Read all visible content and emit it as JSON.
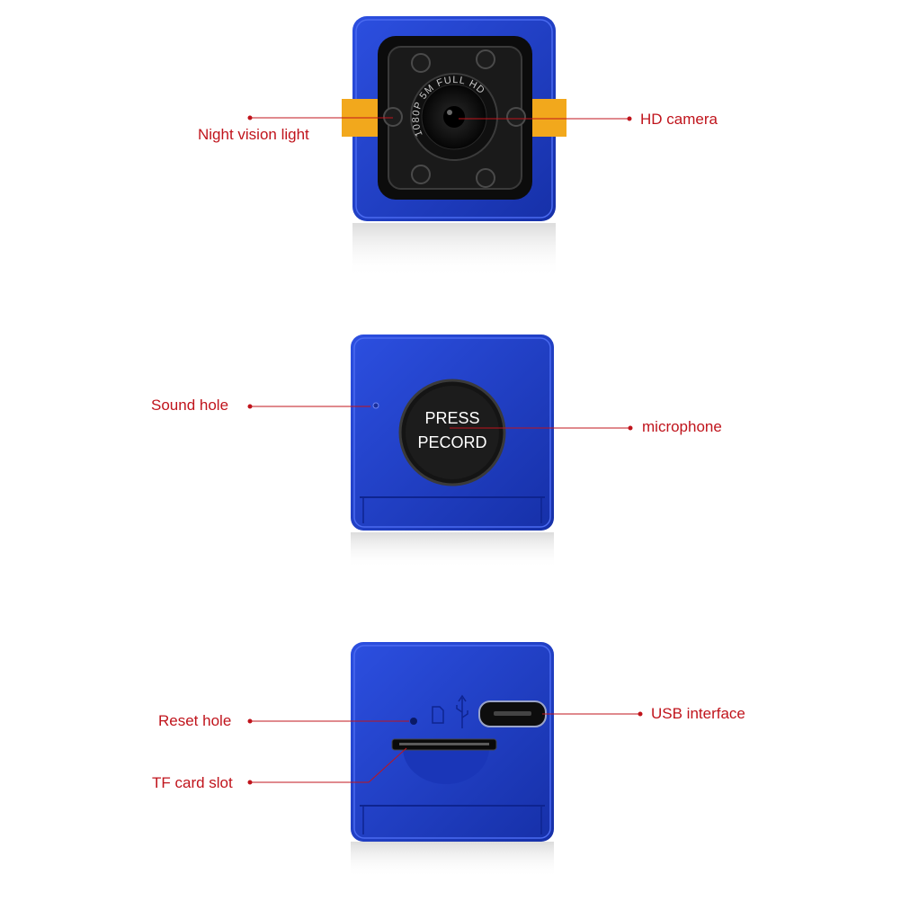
{
  "views": {
    "front": {
      "lens_ring_text": "1080P 5M FULL HD",
      "labels": {
        "night_vision": "Night vision light",
        "hd_camera": "HD camera"
      }
    },
    "side": {
      "button_text_line1": "PRESS",
      "button_text_line2": "PECORD",
      "labels": {
        "sound_hole": "Sound hole",
        "microphone": "microphone"
      }
    },
    "bottom": {
      "labels": {
        "reset_hole": "Reset hole",
        "tf_card_slot": "TF card slot",
        "usb_interface": "USB interface"
      }
    }
  },
  "colors": {
    "body_blue": "#1f3fc8",
    "accent_yellow": "#f2a81c",
    "label_red": "#c0141c",
    "lens_black": "#111111"
  }
}
